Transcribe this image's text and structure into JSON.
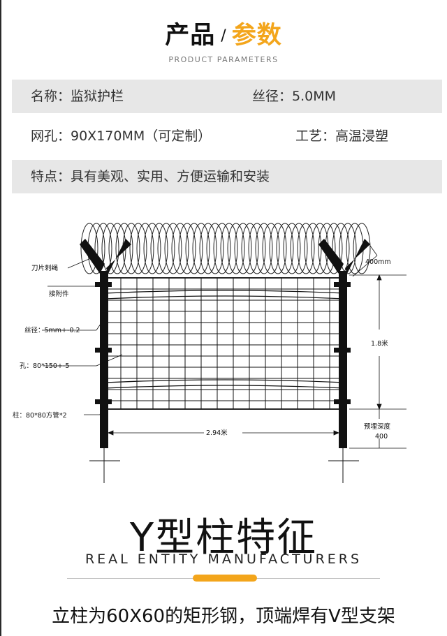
{
  "header": {
    "title_part1": "产品",
    "separator": "/",
    "title_part2": "参数",
    "subtitle": "PRODUCT PARAMETERS",
    "accent_color": "#f3a51b"
  },
  "specs": {
    "name": "名称：监狱护栏",
    "wire": "丝径：5.0MM",
    "mesh": "网孔：90X170MM（可定制）",
    "process": "工艺：高温浸塑",
    "feature": "特点：具有美观、实用、方便运输和安装"
  },
  "diagram": {
    "label_razor": "刀片刺绳",
    "label_fitting": "接附件",
    "label_wire": "丝径：5mm+-0.2",
    "label_hole": "孔：80*150+-5",
    "label_post": "柱：80*80方管*2",
    "dim_arm": "400mm",
    "dim_height": "1.8米",
    "dim_width": "2.94米",
    "label_embed": "预埋深度",
    "dim_embed": "400"
  },
  "section": {
    "title": "Y型柱特征",
    "subtitle": "REAL ENTITY MANUFACTURERS",
    "description": "立柱为60X60的矩形钢，顶端焊有V型支架"
  }
}
